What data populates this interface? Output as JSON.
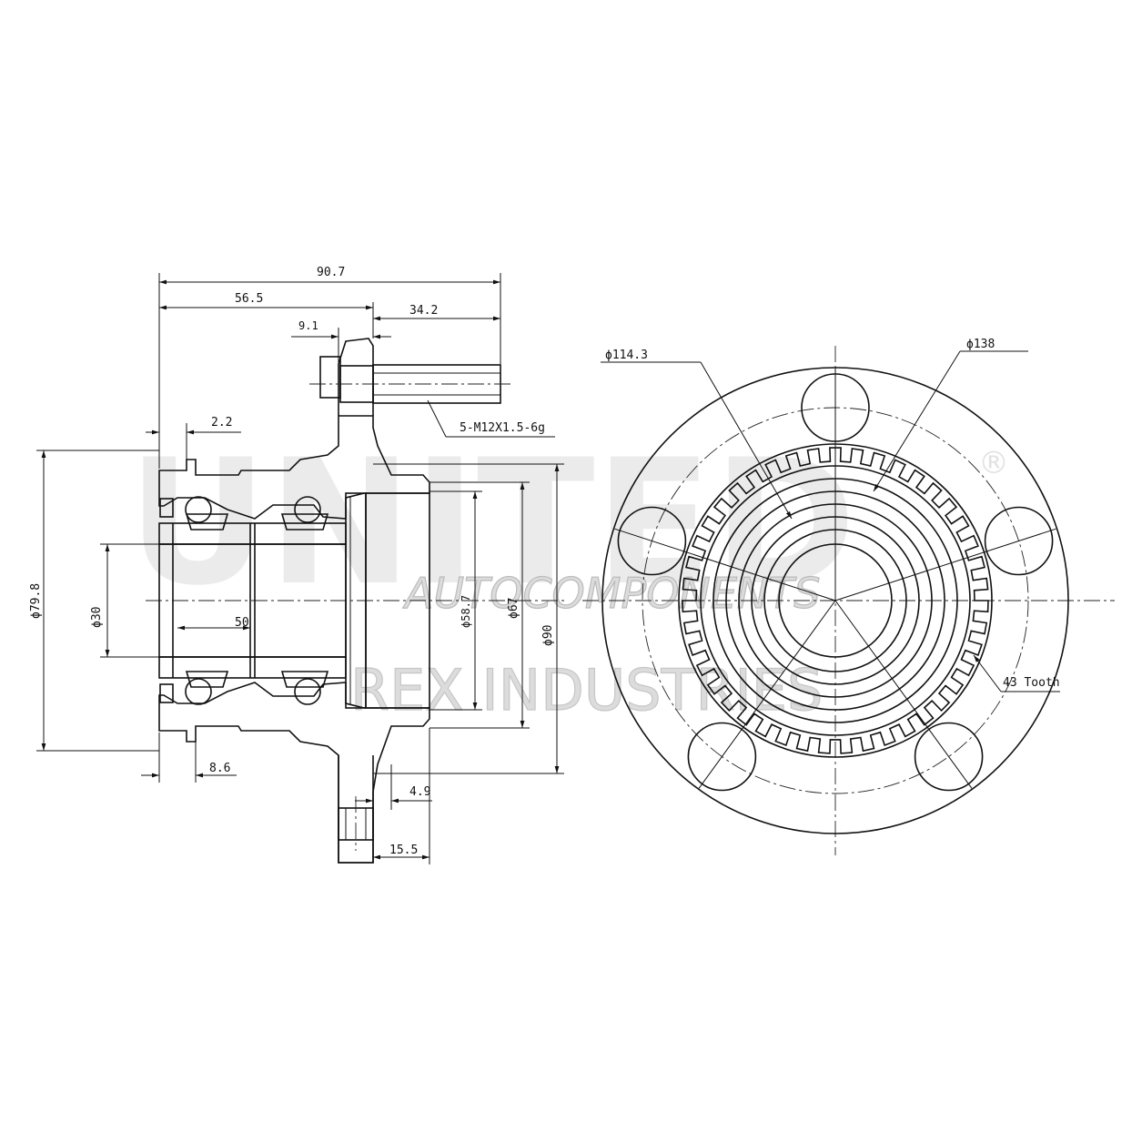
{
  "watermark": {
    "brand": "UNITED",
    "line1": "AUTOCOMPONENTS",
    "line2": "REX INDUSTRIES",
    "registered": "®"
  },
  "side_view": {
    "dims": {
      "overall_length": "90.7",
      "flange_to_hub": "56.5",
      "stud_length": "34.2",
      "flange_thickness": "9.1",
      "seal_width": "2.2",
      "bore_diameter": "ϕ30",
      "seal_diameter": "ϕ79.8",
      "bearing_width": "50",
      "pilot_inner": "ϕ58.7",
      "pilot_diameter": "ϕ67",
      "hub_diameter": "ϕ90",
      "seal_offset": "8.6",
      "pilot_offset": "4.9",
      "stud_offset": "15.5"
    },
    "stud_callout": "5-M12X1.5-6g"
  },
  "front_view": {
    "bolt_circle": "ϕ114.3",
    "flange_diameter": "ϕ138",
    "abs_ring": "43 Tooth",
    "teeth_count": 43,
    "bolt_count": 5
  }
}
